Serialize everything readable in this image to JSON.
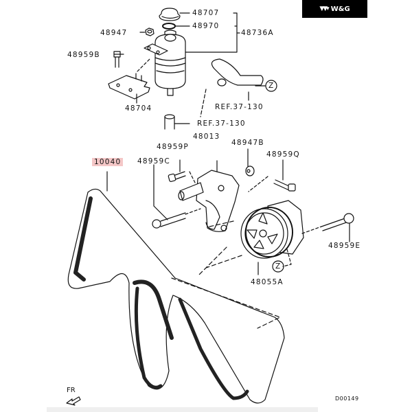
{
  "brand": {
    "name": "W&G",
    "logo_icon": "triple-v-logo-icon",
    "background": "#000000",
    "text_color": "#ffffff"
  },
  "diagram": {
    "title_code": "D00149",
    "orientation_label": "FR",
    "highlight_color": "#f4c7c7",
    "callouts": {
      "cap": "48707",
      "oring": "48970",
      "reservoir_assy": "48736A",
      "nut_top": "48947",
      "bolt_b": "48959B",
      "bracket": "48704",
      "ref_hose": "REF.37-130",
      "ref_pipe": "REF.37-130",
      "pump_bracket": "48013",
      "bolt_p": "48959P",
      "nut_b": "48947B",
      "bolt_q": "48959Q",
      "bolt_c": "48959C",
      "belt": "10040",
      "pump": "48055A",
      "bolt_e": "48959E",
      "z_ref_top": "Z",
      "z_ref_bottom": "Z"
    }
  }
}
